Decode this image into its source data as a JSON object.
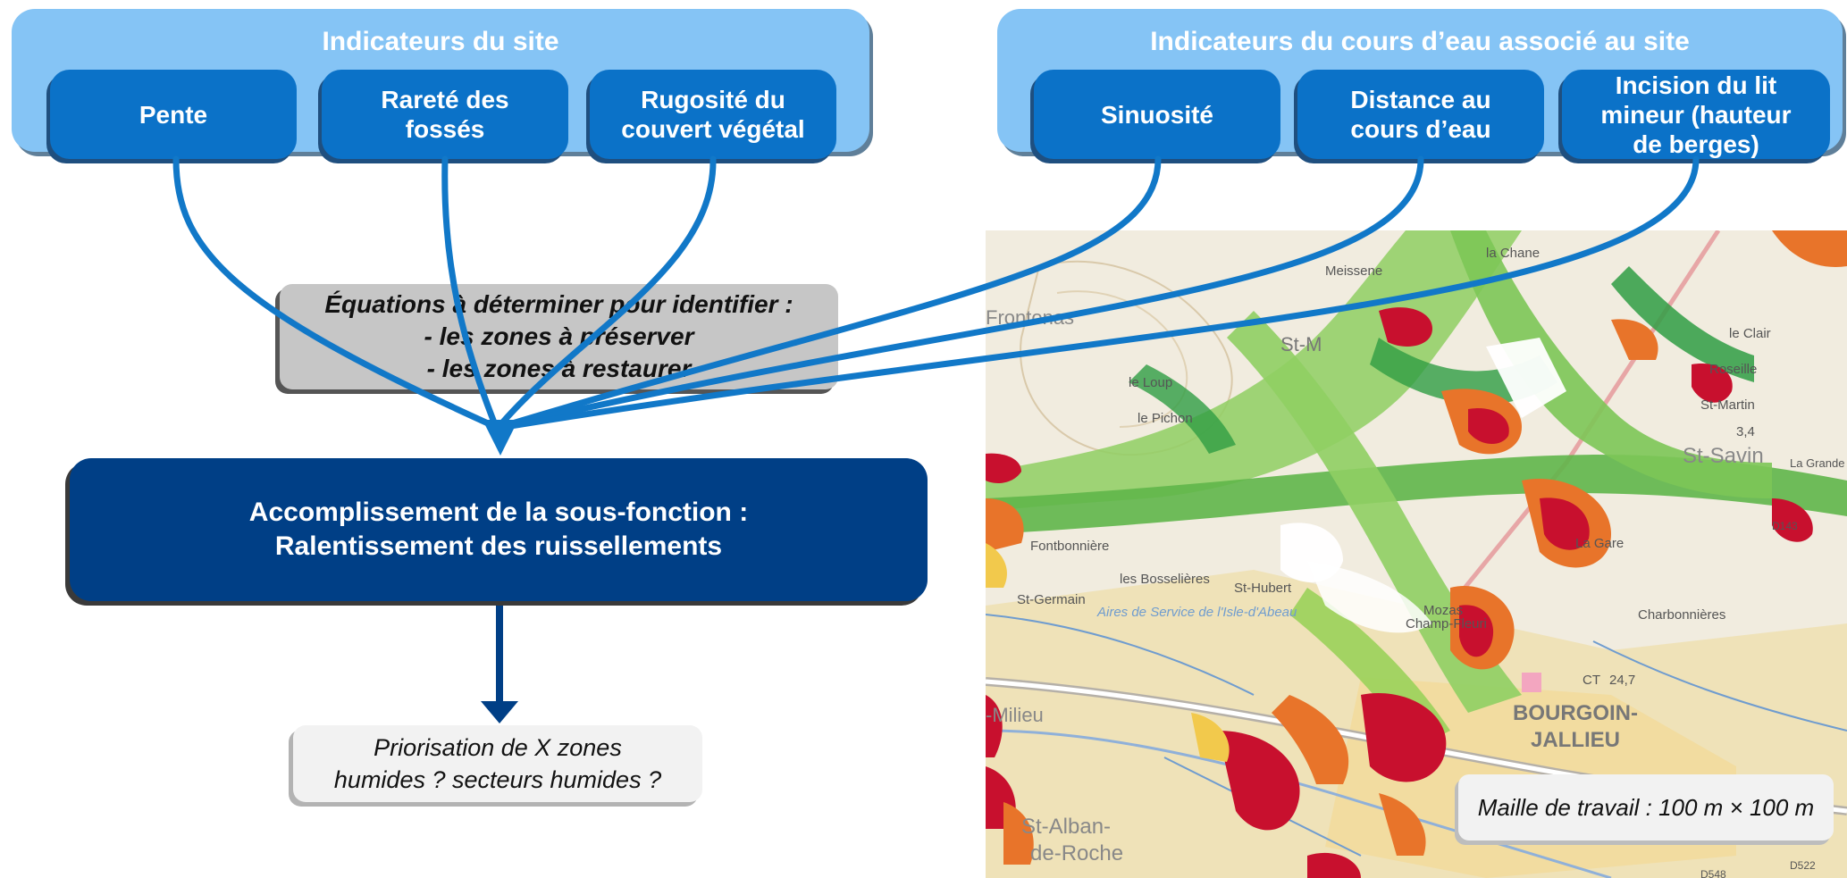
{
  "site_group": {
    "title": "Indicateurs du site",
    "indicators": [
      "Pente",
      "Rareté des\nfossés",
      "Rugosité du\ncouvert végétal"
    ]
  },
  "stream_group": {
    "title": "Indicateurs du cours d’eau associé au site",
    "indicators": [
      "Sinuosité",
      "Distance au\ncours d’eau",
      "Incision du lit\nmineur (hauteur\nde berges)"
    ]
  },
  "equations": {
    "line1": "Équations à déterminer pour identifier :",
    "line2": "- les zones à préserver",
    "line3": "- les zones à restaurer"
  },
  "accomplishment": {
    "line1": "Accomplissement de la sous-fonction :",
    "line2": "Ralentissement des ruissellements"
  },
  "prioritization": {
    "line1": "Priorisation de X zones",
    "line2": "humides ? secteurs humides ?"
  },
  "map": {
    "cell_label": "Maille de travail : 100 m × 100 m",
    "place_names": [
      "la Chane",
      "Meissene",
      "Frontonas",
      "St-M",
      "le Loup",
      "le Pichon",
      "le Clair",
      "Roseille",
      "St-Martin",
      "St-Savin",
      "La Gare",
      "Fontbonnière",
      "les Bosselières",
      "St-Hubert",
      "St-Germain",
      "Aires de Service de l'Isle-d'Abeau",
      "Charbonnières",
      "BOURGOIN-",
      "JALLIEU",
      "-Milieu",
      "St-Alban-",
      "de-Roche",
      "Champ-Fleuri",
      "Mozas",
      "La Grande Charrière",
      "CT",
      "24,7",
      "3,4",
      "D143",
      "D522",
      "D548"
    ],
    "colors": {
      "high": "#c8102e",
      "mid_high": "#e8742a",
      "mid": "#f2c94c",
      "low": "#9ad25a",
      "very_low": "#2f9e44"
    }
  },
  "colors": {
    "group_bg": "#85c4f5",
    "indicator_bg": "#0b72c8",
    "connector": "#1178c8",
    "equations_bg": "#c6c6c6",
    "accomplishment_bg": "#003f86",
    "note_bg": "#f2f2f2"
  }
}
